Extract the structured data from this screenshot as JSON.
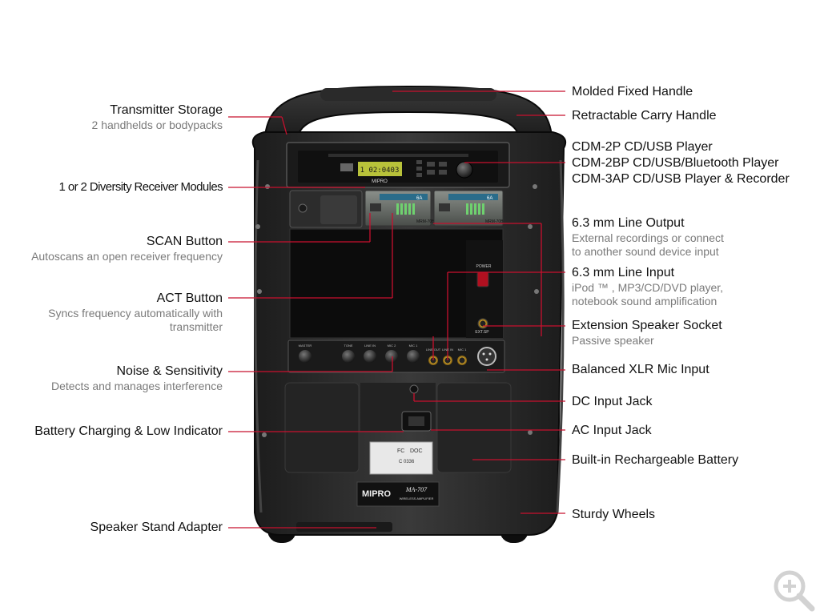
{
  "callouts_left": [
    {
      "title": "Transmitter Storage",
      "subtitle": [
        "2 handhelds or bodypacks"
      ]
    },
    {
      "title": "1 or 2 Diversity Receiver Modules",
      "subtitle": []
    },
    {
      "title": "SCAN Button",
      "subtitle": [
        "Autoscans an open receiver frequency"
      ]
    },
    {
      "title": "ACT Button",
      "subtitle": [
        "Syncs frequency automatically with",
        "transmitter"
      ]
    },
    {
      "title": "Noise & Sensitivity",
      "subtitle": [
        "Detects and manages interference"
      ]
    },
    {
      "title": "Battery Charging & Low Indicator",
      "subtitle": []
    },
    {
      "title": "Speaker Stand Adapter",
      "subtitle": []
    }
  ],
  "callouts_right": [
    {
      "title": "Molded Fixed Handle",
      "subtitle": []
    },
    {
      "title": "Retractable Carry Handle",
      "subtitle": []
    },
    {
      "title": "CDM-2P CD/USB Player",
      "subtitle": []
    },
    {
      "title": "CDM-2BP  CD/USB/Bluetooth Player",
      "subtitle": []
    },
    {
      "title": "CDM-3AP CD/USB Player & Recorder",
      "subtitle": []
    },
    {
      "title": "6.3 mm Line Output",
      "subtitle": [
        "External recordings or connect",
        "to another sound device input"
      ]
    },
    {
      "title": "6.3 mm Line Input",
      "subtitle": [
        "iPod ™ , MP3/CD/DVD player,",
        "notebook sound amplification"
      ]
    },
    {
      "title": "Extension Speaker Socket",
      "subtitle": [
        "Passive speaker"
      ]
    },
    {
      "title": "Balanced XLR Mic Input",
      "subtitle": []
    },
    {
      "title": "DC Input Jack",
      "subtitle": []
    },
    {
      "title": "AC Input Jack",
      "subtitle": []
    },
    {
      "title": "Built-in Rechargeable Battery",
      "subtitle": []
    },
    {
      "title": "Sturdy Wheels",
      "subtitle": []
    }
  ],
  "device": {
    "brand": "MIPRO",
    "model": "MA-707",
    "model_caption": "WIRELESS AMPLIFIER",
    "cd_display": "1 02:0403",
    "receiver_model": "MRM-70B",
    "receiver_channel": "6A",
    "power_label": "POWER",
    "ext_sp_label": "EXT.SP",
    "knob_labels": [
      "MASTER",
      "TONE",
      "LINE IN",
      "MIC 2",
      "MIC 1"
    ],
    "jack_labels": [
      "LINE OUT",
      "LINE IN",
      "MIC 1"
    ],
    "fcc_label": "FC",
    "doc_label": "DOC",
    "cert_code": "C 0336"
  },
  "colors": {
    "leader": "#c8102e",
    "body": "#2b2b2b",
    "panel": "#151515",
    "grille": "#0c0c0c"
  },
  "icons": {
    "zoom": "magnifier-plus-icon"
  }
}
